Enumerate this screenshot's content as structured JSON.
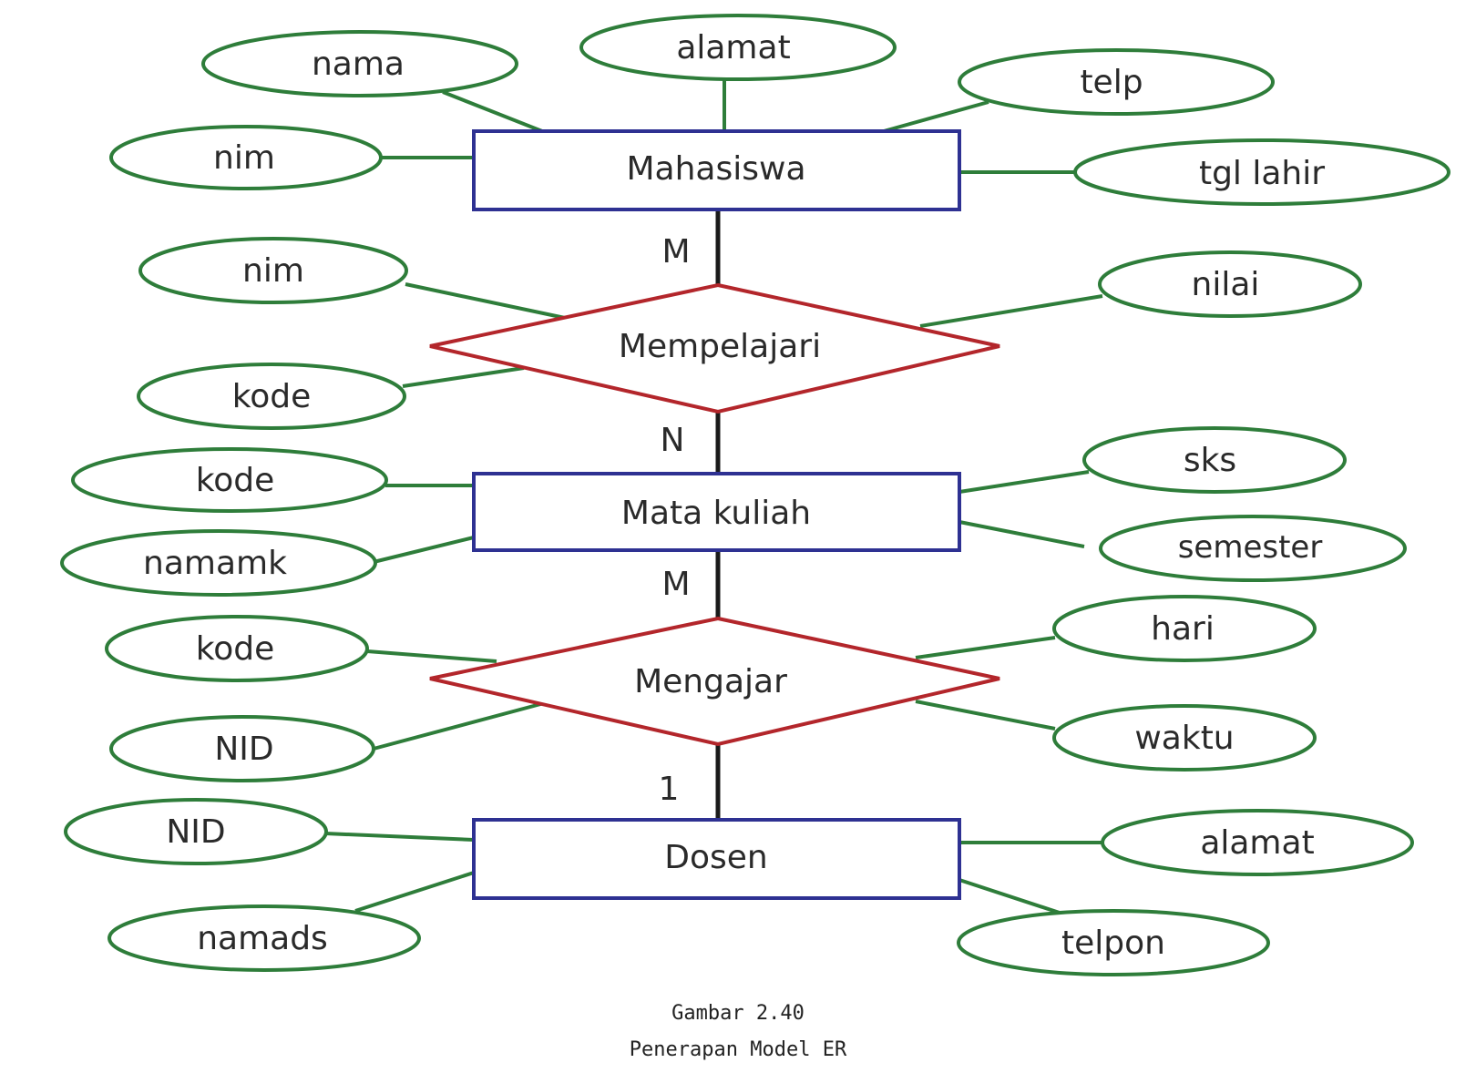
{
  "colors": {
    "attribute_stroke": "#2e7d3a",
    "entity_stroke": "#2e3192",
    "relationship_stroke": "#b3262b",
    "connector": "#1a1a1a"
  },
  "entities": {
    "mahasiswa": "Mahasiswa",
    "mata_kuliah": "Mata kuliah",
    "dosen": "Dosen"
  },
  "relationships": {
    "mempelajari": "Mempelajari",
    "mengajar": "Mengajar"
  },
  "cardinalities": {
    "mahasiswa_mempelajari": "M",
    "mempelajari_matakuliah": "N",
    "matakuliah_mengajar": "M",
    "mengajar_dosen": "1"
  },
  "attributes": {
    "mahasiswa": [
      "nama",
      "alamat",
      "telp",
      "nim",
      "tgl lahir"
    ],
    "mempelajari": [
      "nim",
      "kode",
      "nilai"
    ],
    "mata_kuliah": [
      "kode",
      "namamk",
      "sks",
      "semester"
    ],
    "mengajar": [
      "kode",
      "NID",
      "hari",
      "waktu"
    ],
    "dosen": [
      "NID",
      "namads",
      "alamat",
      "telpon"
    ]
  },
  "caption": {
    "number": "Gambar 2.40",
    "title": "Penerapan Model ER"
  }
}
